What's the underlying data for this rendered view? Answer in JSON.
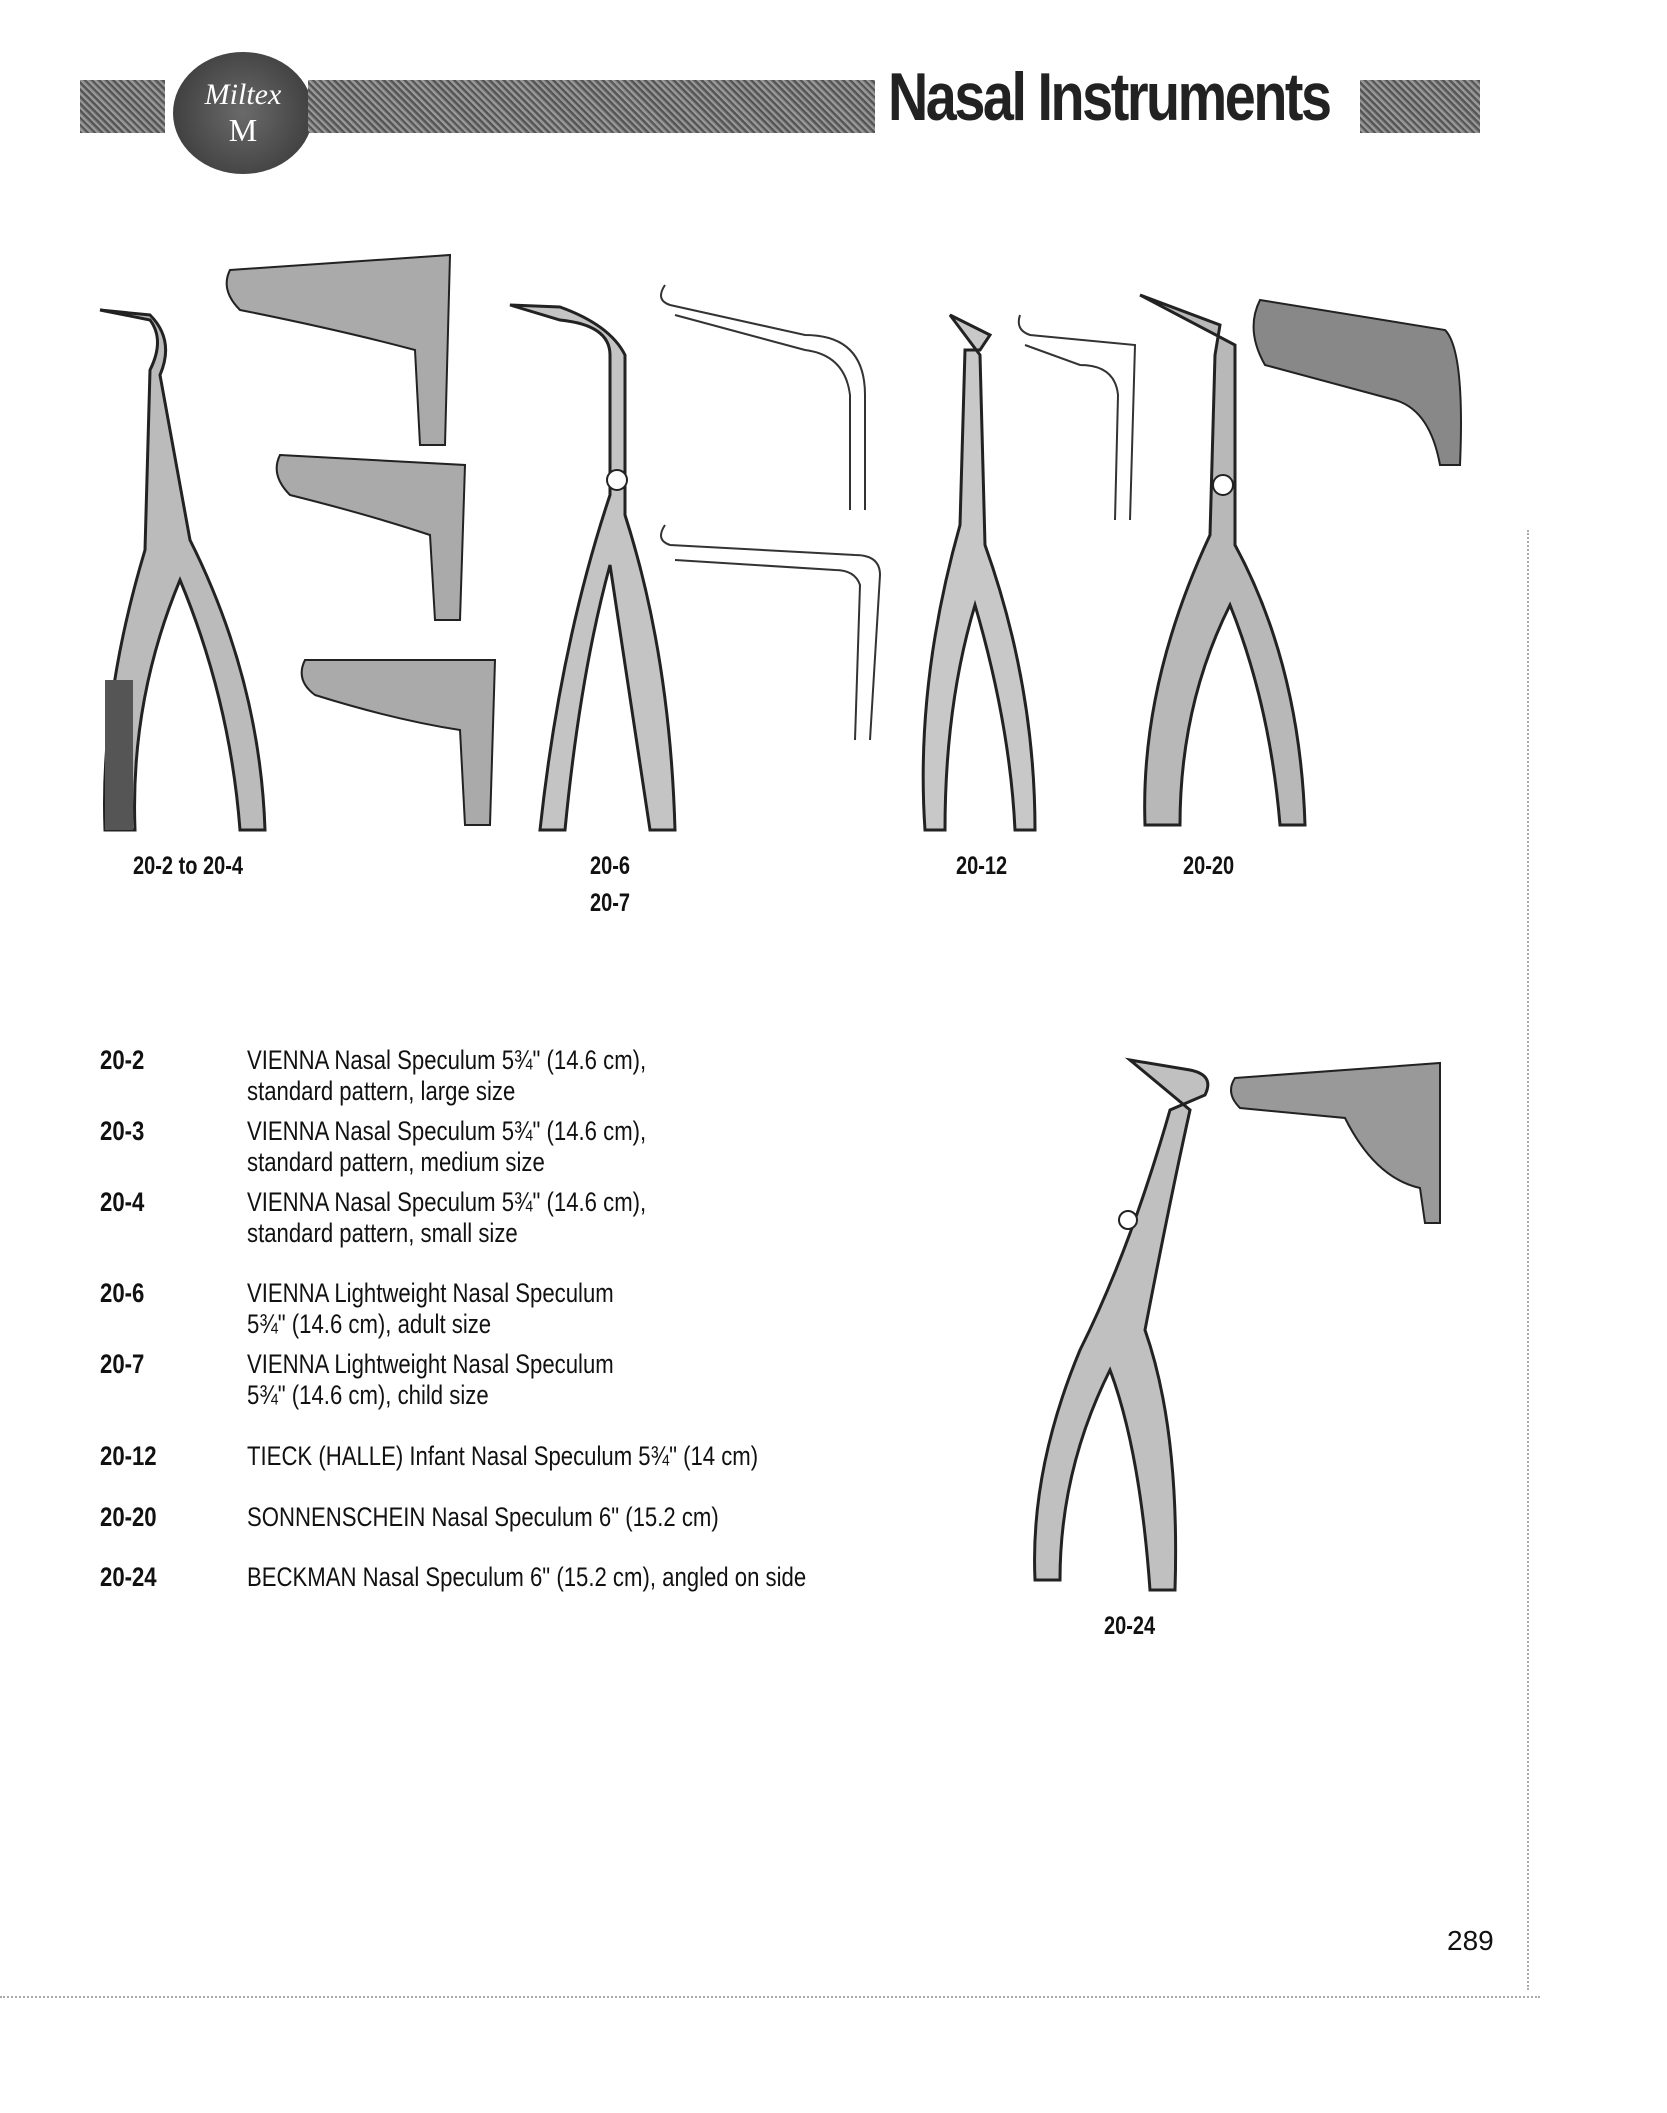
{
  "header": {
    "title": "Nasal Instruments",
    "logo_text": "Miltex",
    "logo_mark": "M"
  },
  "figures": {
    "labels": [
      "20-2 to 20-4",
      "20-6",
      "20-7",
      "20-12",
      "20-20",
      "20-24"
    ]
  },
  "catalog": [
    {
      "code": "20-2",
      "lines": [
        "VIENNA Nasal Speculum 5¾\" (14.6 cm),",
        "standard pattern, large size"
      ]
    },
    {
      "code": "20-3",
      "lines": [
        "VIENNA Nasal Speculum 5¾\" (14.6 cm),",
        "standard pattern, medium size"
      ]
    },
    {
      "code": "20-4",
      "lines": [
        "VIENNA Nasal Speculum 5¾\" (14.6 cm),",
        "standard pattern, small size"
      ]
    },
    {
      "code": "20-6",
      "lines": [
        "VIENNA Lightweight Nasal Speculum",
        "5¾\" (14.6 cm), adult size"
      ]
    },
    {
      "code": "20-7",
      "lines": [
        "VIENNA Lightweight Nasal Speculum",
        "5¾\" (14.6 cm), child size"
      ]
    },
    {
      "code": "20-12",
      "lines": [
        "TIECK (HALLE) Infant Nasal Speculum 5¾\" (14 cm)"
      ]
    },
    {
      "code": "20-20",
      "lines": [
        "SONNENSCHEIN Nasal Speculum 6\" (15.2 cm)"
      ]
    },
    {
      "code": "20-24",
      "lines": [
        "BECKMAN Nasal Speculum 6\" (15.2 cm), angled on side"
      ]
    }
  ],
  "page_number": "289"
}
